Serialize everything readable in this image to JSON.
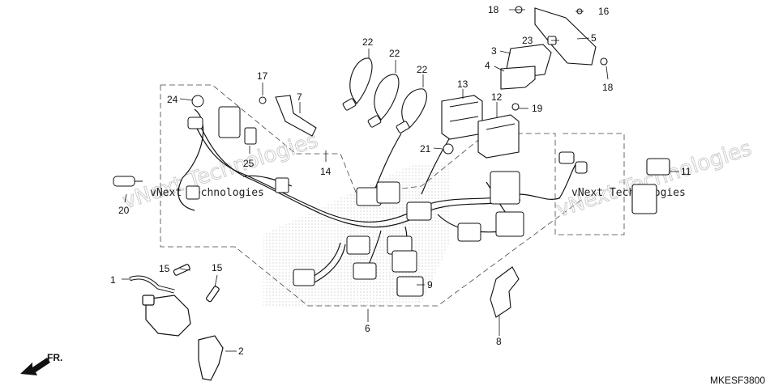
{
  "diagram": {
    "code": "MKESF3800",
    "direction_label": "FR.",
    "watermarks": [
      "vNext Technologies",
      "vNext Technologies"
    ],
    "callouts": [
      "1",
      "2",
      "3",
      "4",
      "5",
      "6",
      "7",
      "8",
      "9",
      "11",
      "12",
      "13",
      "14",
      "15",
      "15",
      "16",
      "17",
      "18",
      "18",
      "19",
      "20",
      "21",
      "22",
      "22",
      "22",
      "23",
      "24",
      "25"
    ],
    "colors": {
      "line": "#111111",
      "stipple": "#cfcfcf",
      "watermark": "#c8c8c8"
    }
  }
}
